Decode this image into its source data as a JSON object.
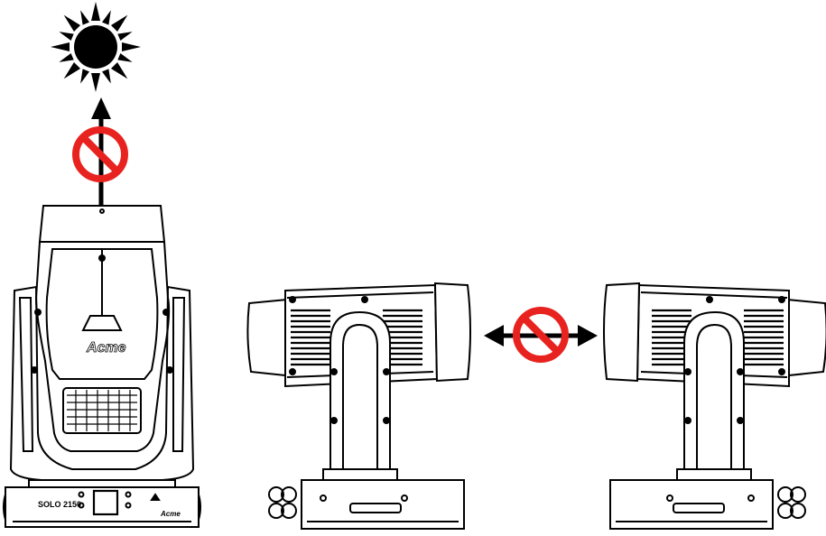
{
  "diagram": {
    "brand_logo": "Acme",
    "front_panel_model": "SOLO 2150",
    "panel_logo": "Acme"
  },
  "icons": {
    "sun": "sun-icon",
    "prohibited": "prohibition-icon",
    "arrow_up": "arrow-up-icon",
    "arrow_left_right": "arrow-left-right-icon"
  },
  "colors": {
    "line": "#000000",
    "prohibition": "#e8231f",
    "background": "#ffffff"
  }
}
